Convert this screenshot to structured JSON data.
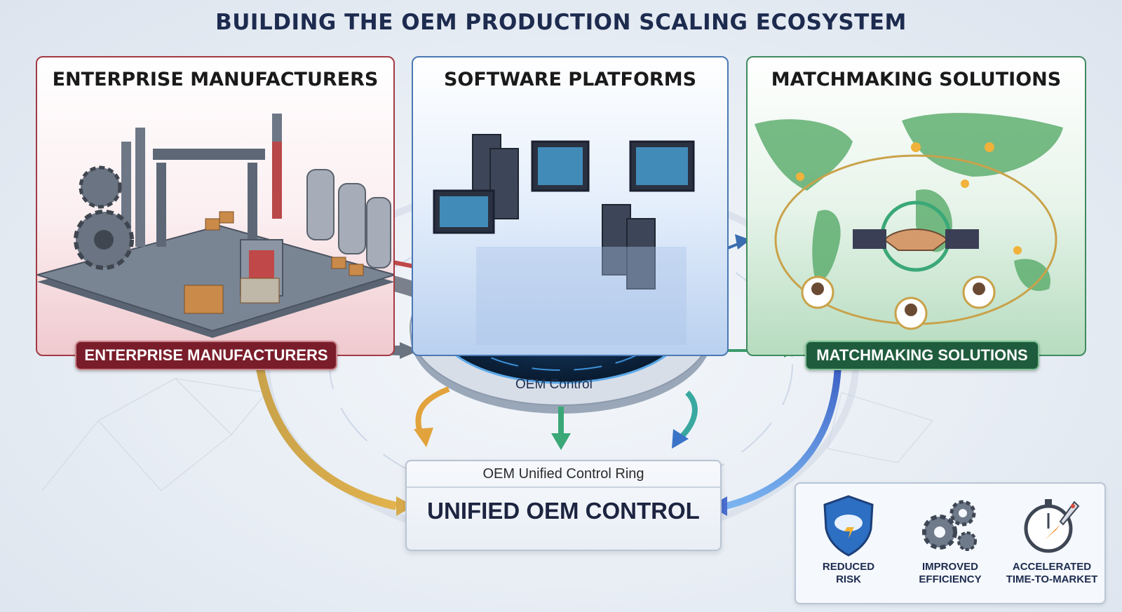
{
  "title": "BUILDING THE OEM PRODUCTION SCALING ECOSYSTEM",
  "panels": {
    "enterprise": {
      "title": "ENTERPRISE MANUFACTURERS",
      "pill": "ENTERPRISE MANUFACTURERS",
      "color": "#a23a44"
    },
    "software": {
      "title": "SOFTWARE PLATFORMS",
      "color": "#4a78b4"
    },
    "matchmaking": {
      "title": "MATCHMAKING SOLUTIONS",
      "pill": "MATCHMAKING SOLUTIONS",
      "color": "#3f8a5e"
    }
  },
  "hub": {
    "label": "OEM Control"
  },
  "unified": {
    "top_label": "OEM Unified Control Ring",
    "main_label": "UNIFIED OEM CONTROL"
  },
  "benefits": [
    {
      "label": "REDUCED\nRISK",
      "icon": "shield-cloud-icon"
    },
    {
      "label": "IMPROVED\nEFFICIENCY",
      "icon": "gears-icon"
    },
    {
      "label": "ACCELERATED\nTIME-TO-MARKET",
      "icon": "stopwatch-rocket-icon"
    }
  ]
}
